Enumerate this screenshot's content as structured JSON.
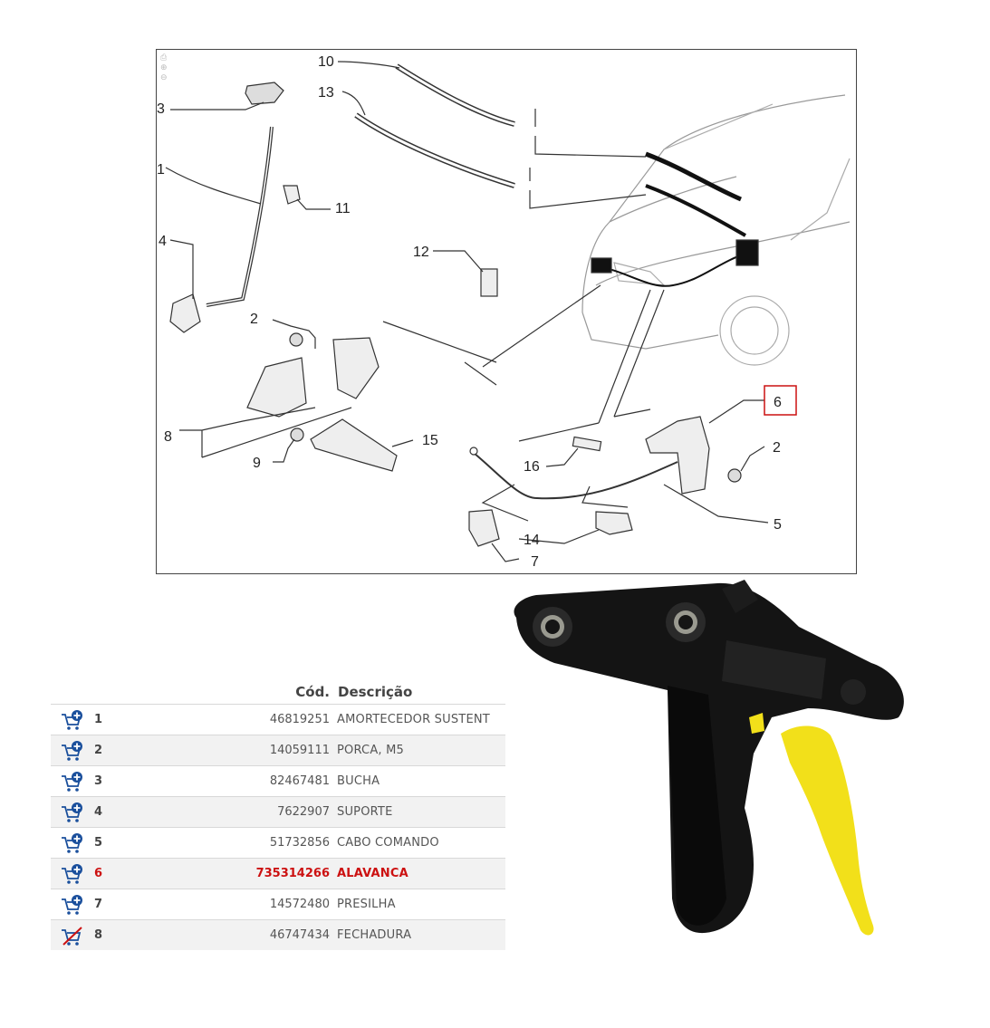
{
  "diagram": {
    "callouts": [
      {
        "n": "10",
        "id": "callout-10"
      },
      {
        "n": "13",
        "id": "callout-13"
      },
      {
        "n": "3",
        "id": "callout-3"
      },
      {
        "n": "1",
        "id": "callout-1"
      },
      {
        "n": "11",
        "id": "callout-11"
      },
      {
        "n": "4",
        "id": "callout-4"
      },
      {
        "n": "12",
        "id": "callout-12"
      },
      {
        "n": "2",
        "id": "callout-2a"
      },
      {
        "n": "8",
        "id": "callout-8"
      },
      {
        "n": "9",
        "id": "callout-9"
      },
      {
        "n": "15",
        "id": "callout-15"
      },
      {
        "n": "16",
        "id": "callout-16"
      },
      {
        "n": "6",
        "id": "callout-6"
      },
      {
        "n": "2",
        "id": "callout-2b"
      },
      {
        "n": "5",
        "id": "callout-5"
      },
      {
        "n": "14",
        "id": "callout-14"
      },
      {
        "n": "7",
        "id": "callout-7"
      }
    ],
    "highlight_color": "#cc1111"
  },
  "table": {
    "headers": {
      "cod": "Cód.",
      "desc": "Descrição"
    },
    "rows": [
      {
        "num": "1",
        "cod": "46819251",
        "desc": "AMORTECEDOR SUSTENT",
        "icon": "cart-add-icon"
      },
      {
        "num": "2",
        "cod": "14059111",
        "desc": "PORCA, M5",
        "icon": "cart-add-icon"
      },
      {
        "num": "3",
        "cod": "82467481",
        "desc": "BUCHA",
        "icon": "cart-add-icon"
      },
      {
        "num": "4",
        "cod": "7622907",
        "desc": "SUPORTE",
        "icon": "cart-add-icon"
      },
      {
        "num": "5",
        "cod": "51732856",
        "desc": "CABO COMANDO",
        "icon": "cart-add-icon"
      },
      {
        "num": "6",
        "cod": "735314266",
        "desc": "ALAVANCA",
        "icon": "cart-add-icon",
        "highlight": true
      },
      {
        "num": "7",
        "cod": "14572480",
        "desc": "PRESILHA",
        "icon": "cart-add-icon"
      },
      {
        "num": "8",
        "cod": "46747434",
        "desc": "FECHADURA",
        "icon": "cart-unavailable-icon"
      }
    ]
  },
  "colors": {
    "highlight": "#cc1111",
    "cart_blue": "#1a4f9c",
    "lever_yellow": "#f2e01a",
    "lever_black": "#141414"
  }
}
